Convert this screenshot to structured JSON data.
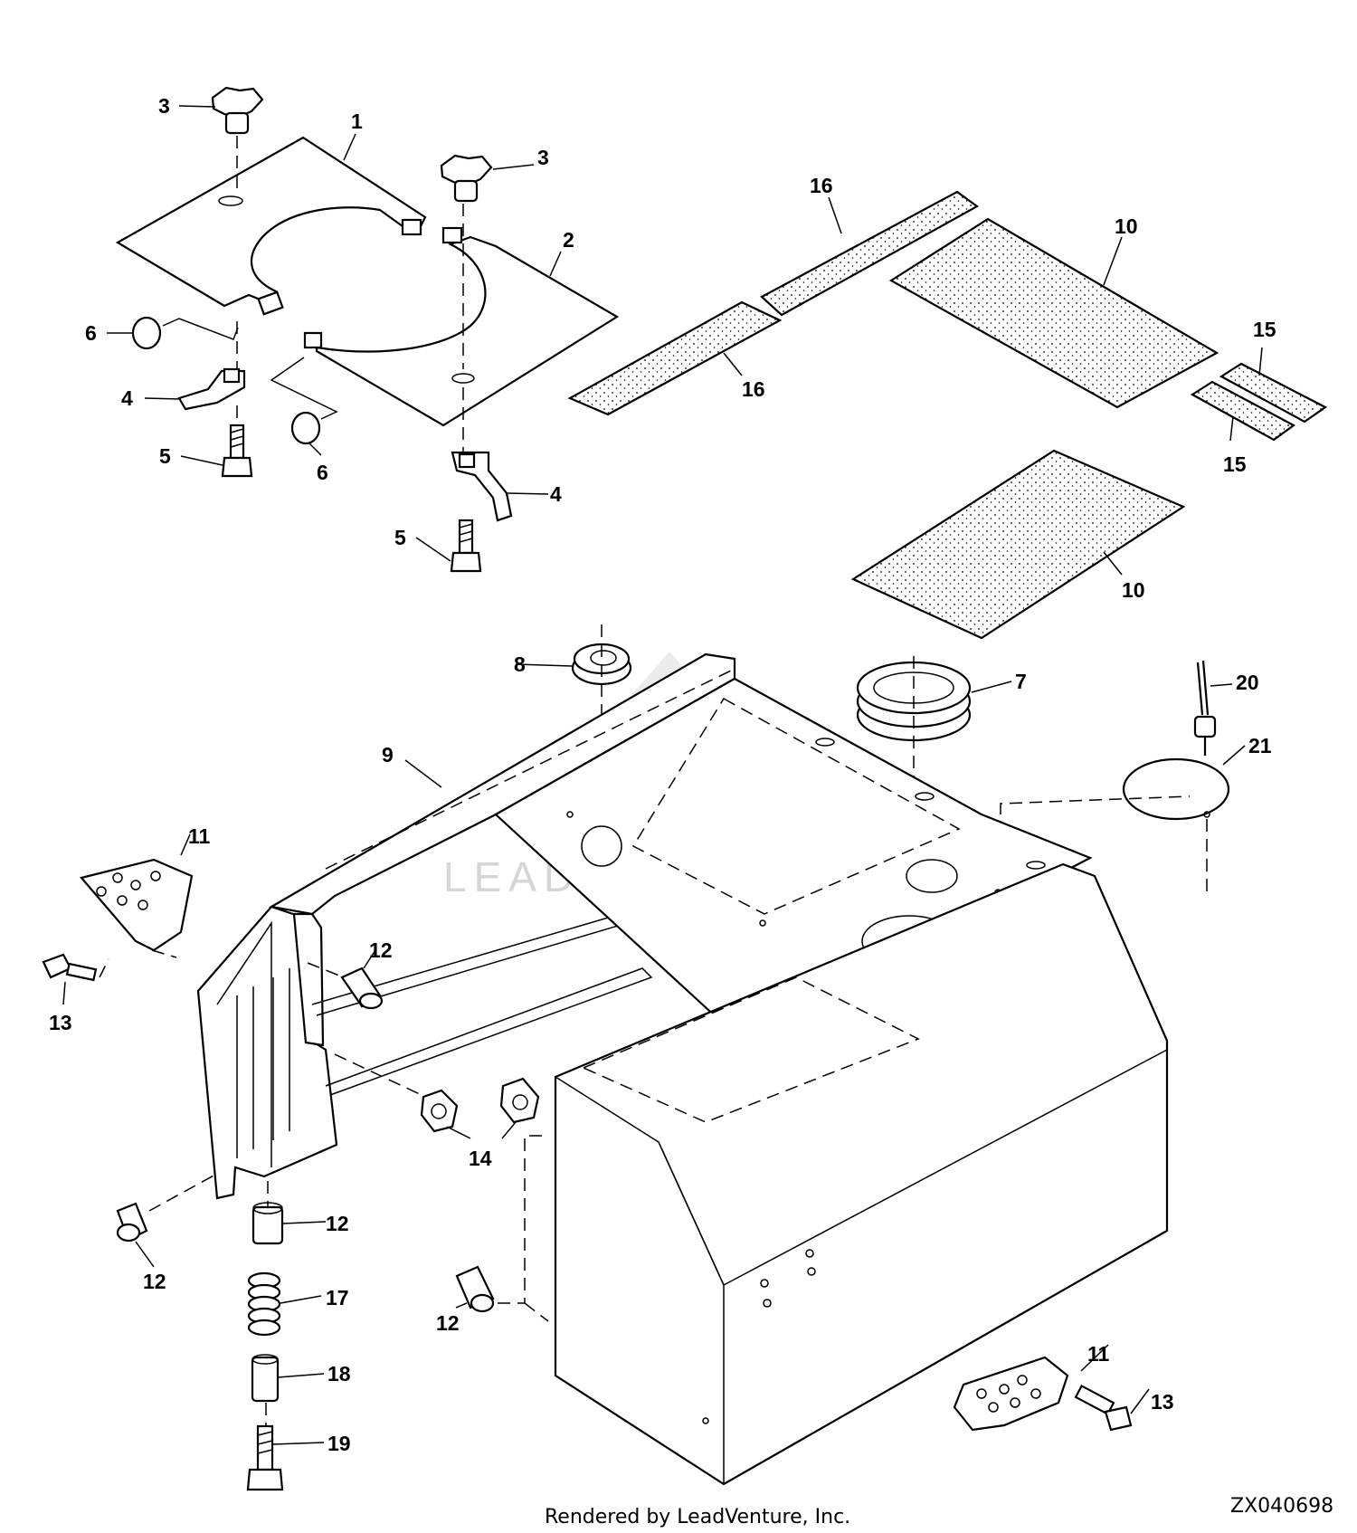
{
  "callouts": {
    "c1": "1",
    "c2": "2",
    "c3a": "3",
    "c3b": "3",
    "c4a": "4",
    "c4b": "4",
    "c5a": "5",
    "c5b": "5",
    "c6a": "6",
    "c6b": "6",
    "c7": "7",
    "c8": "8",
    "c9": "9",
    "c10a": "10",
    "c10b": "10",
    "c11a": "11",
    "c11b": "11",
    "c12a": "12",
    "c12b": "12",
    "c12c": "12",
    "c12d": "12",
    "c13a": "13",
    "c13b": "13",
    "c14": "14",
    "c15a": "15",
    "c15b": "15",
    "c16a": "16",
    "c16b": "16",
    "c17": "17",
    "c18": "18",
    "c19": "19",
    "c20": "20",
    "c21": "21"
  },
  "footer": {
    "rendered_by": "Rendered by LeadVenture, Inc.",
    "figure_id": "ZX040698"
  },
  "watermark": {
    "text": "LEADVENTURE"
  }
}
